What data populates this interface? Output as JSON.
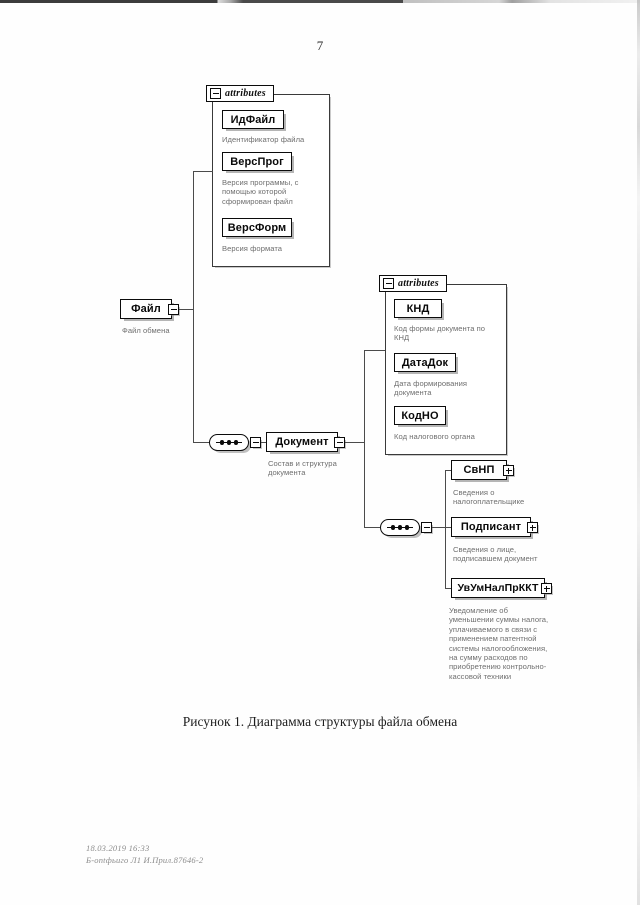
{
  "page": {
    "number": "7",
    "caption": "Рисунок 1. Диаграмма структуры файла обмена",
    "footer_line1": "18.03.2019 16:33",
    "footer_line2": "Б-ontфьиго Л1 И.Прил.87646-2"
  },
  "diagram": {
    "attributes_label": "attributes",
    "root": {
      "name": "Файл",
      "desc": "Файл обмена",
      "toggle": "minus"
    },
    "file_attributes": [
      {
        "name": "ИдФайл",
        "desc": "Идентификатор файла"
      },
      {
        "name": "ВерсПрог",
        "desc": "Версия программы, с помощью которой сформирован файл"
      },
      {
        "name": "ВерсФорм",
        "desc": "Версия формата"
      }
    ],
    "document": {
      "name": "Документ",
      "desc": "Состав и структура документа",
      "toggle": "minus"
    },
    "document_attributes": [
      {
        "name": "КНД",
        "desc": "Код формы документа по КНД"
      },
      {
        "name": "ДатаДок",
        "desc": "Дата формирования документа"
      },
      {
        "name": "КодНО",
        "desc": "Код налогового органа"
      }
    ],
    "document_children": [
      {
        "name": "СвНП",
        "desc": "Сведения о налогоплательщике",
        "toggle": "plus"
      },
      {
        "name": "Подписант",
        "desc": "Сведения о лице, подписавшем документ",
        "toggle": "plus"
      },
      {
        "name": "УвУмНалПрККТ",
        "desc": "Уведомление об уменьшении суммы налога, уплачиваемого в связи с применением патентной системы налогообложения, на сумму расходов по приобретению контрольно-кассовой техники",
        "toggle": "plus"
      }
    ]
  }
}
